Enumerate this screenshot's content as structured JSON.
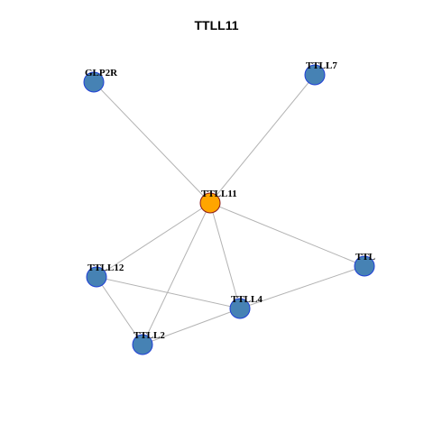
{
  "title": "TTLL11",
  "colors": {
    "center_node": "#ffa500",
    "leaf_node": "#4682b4",
    "node_border": "#1f3fd6",
    "edge": "#b3b3b3"
  },
  "nodes": [
    {
      "id": "TTLL11",
      "label": "TTLL11",
      "type": "center"
    },
    {
      "id": "GLP2R",
      "label": "GLP2R",
      "type": "leaf"
    },
    {
      "id": "TTLL7",
      "label": "TTLL7",
      "type": "leaf"
    },
    {
      "id": "TTLL12",
      "label": "TTLL12",
      "type": "leaf"
    },
    {
      "id": "TTL",
      "label": "TTL",
      "type": "leaf"
    },
    {
      "id": "TTLL4",
      "label": "TTLL4",
      "type": "leaf"
    },
    {
      "id": "TTLL2",
      "label": "TTLL2",
      "type": "leaf"
    }
  ],
  "edges": [
    [
      "TTLL11",
      "GLP2R"
    ],
    [
      "TTLL11",
      "TTLL7"
    ],
    [
      "TTLL11",
      "TTLL12"
    ],
    [
      "TTLL11",
      "TTL"
    ],
    [
      "TTLL11",
      "TTLL4"
    ],
    [
      "TTLL11",
      "TTLL2"
    ],
    [
      "TTLL12",
      "TTLL4"
    ],
    [
      "TTLL12",
      "TTLL2"
    ],
    [
      "TTLL2",
      "TTLL4"
    ],
    [
      "TTLL4",
      "TTL"
    ]
  ]
}
